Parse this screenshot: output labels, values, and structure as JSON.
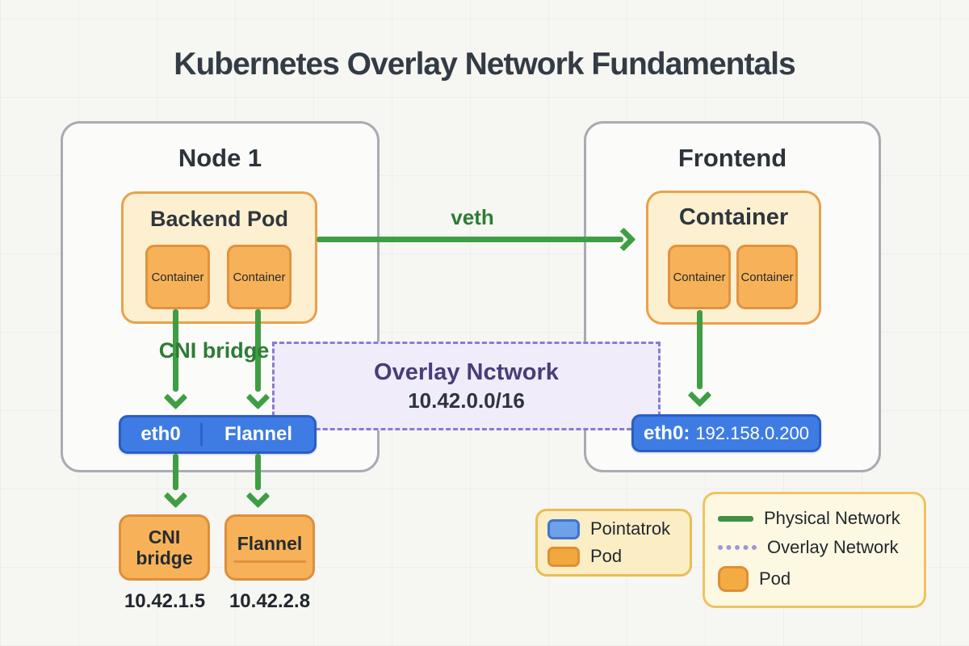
{
  "title": "Kubernetes Overlay Network Fundamentals",
  "node1": {
    "label": "Node 1",
    "pod": {
      "label": "Backend Pod",
      "containers": [
        "Container",
        "Container"
      ]
    },
    "cni_bridge_label": "CNI bridge",
    "interface": {
      "left": "eth0",
      "right": "Flannel"
    }
  },
  "frontend": {
    "label": "Frontend",
    "pod": {
      "label": "Container",
      "containers": [
        "Container",
        "Container"
      ]
    },
    "interface": {
      "name": "eth0:",
      "ip": "192.158.0.200"
    }
  },
  "connections": {
    "veth_label": "veth"
  },
  "overlay_network": {
    "label": "Overlay Nctwork",
    "cidr": "10.42.0.0/16"
  },
  "host_components": [
    {
      "label": "CNI bridge",
      "ip": "10.42.1.5"
    },
    {
      "label": "Flannel",
      "ip": "10.42.2.8"
    }
  ],
  "legends": {
    "left": {
      "items": [
        {
          "swatch": "blue-box",
          "label": "Pointatrok"
        },
        {
          "swatch": "orange-box",
          "label": "Pod"
        }
      ]
    },
    "right": {
      "items": [
        {
          "swatch": "green-line",
          "label": "Physical Network"
        },
        {
          "swatch": "purple-dotted-line",
          "label": "Overlay Network"
        },
        {
          "swatch": "orange-box",
          "label": "Pod"
        }
      ]
    }
  },
  "colors": {
    "physical_network_green": "#3f9e44",
    "overlay_purple": "#8a7cd1",
    "pod_orange": "#f7b259",
    "interface_blue": "#3e7ce4"
  }
}
